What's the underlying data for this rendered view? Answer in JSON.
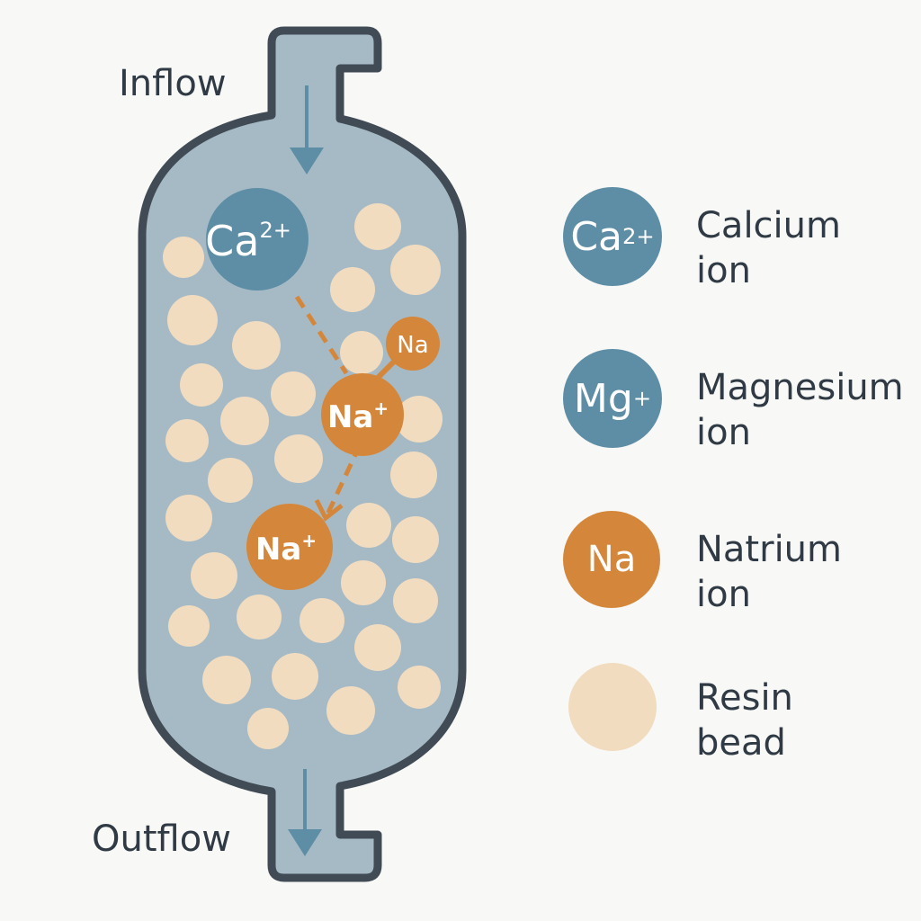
{
  "labels": {
    "inflow": "Inflow",
    "outflow": "Outflow"
  },
  "ions": {
    "calcium_in_tank": {
      "symbol": "Ca",
      "charge": "2+"
    },
    "sodium_small": {
      "symbol": "Na",
      "charge": ""
    },
    "sodium_middle": {
      "symbol": "Na",
      "charge": "+"
    },
    "sodium_lower": {
      "symbol": "Na",
      "charge": "+"
    }
  },
  "legend": {
    "items": [
      {
        "id": "calcium",
        "symbol": "Ca",
        "charge": "2+",
        "line1": "Calcium",
        "line2": "ion",
        "color": "#5e8ea6"
      },
      {
        "id": "magnesium",
        "symbol": "Mg",
        "charge": "+",
        "line1": "Magnesium",
        "line2": "ion",
        "color": "#5e8ea6"
      },
      {
        "id": "natrium",
        "symbol": "Na",
        "charge": "",
        "line1": "Natrium",
        "line2": "ion",
        "color": "#d4873b"
      },
      {
        "id": "resin",
        "symbol": "",
        "charge": "",
        "line1": "Resin",
        "line2": "bead",
        "color": "#f1dcc0"
      }
    ]
  },
  "colors": {
    "tank_fill": "#a6bac6",
    "tank_outline": "#404b55",
    "calcium_ion": "#5e8ea6",
    "sodium_ion": "#d4873b",
    "resin_bead": "#f1dcc0",
    "flow_arrow": "#5e8ea6",
    "exchange_path": "#d4873b"
  }
}
